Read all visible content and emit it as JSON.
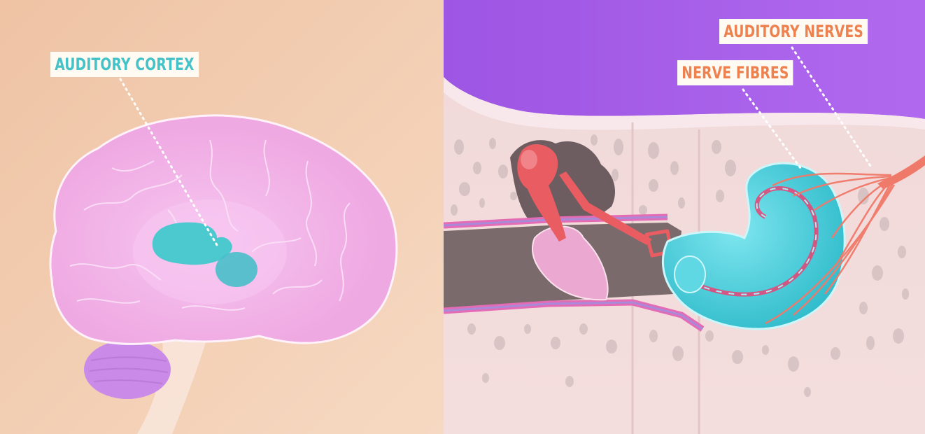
{
  "labels": {
    "auditory_cortex": "AUDITORY CORTEX",
    "auditory_nerves": "AUDITORY NERVES",
    "nerve_fibres": "NERVE FIBRES"
  },
  "colors": {
    "left_background": "#f2ccb0",
    "right_top": "#a45be8",
    "bone": "#efd8d6",
    "brain": "#f0a8e0",
    "cortex": "#4cc9cf",
    "cochlea": "#36c9d6",
    "nerve": "#f07a6a",
    "cortex_text": "#44c2c8",
    "ear_text": "#ee8150"
  }
}
